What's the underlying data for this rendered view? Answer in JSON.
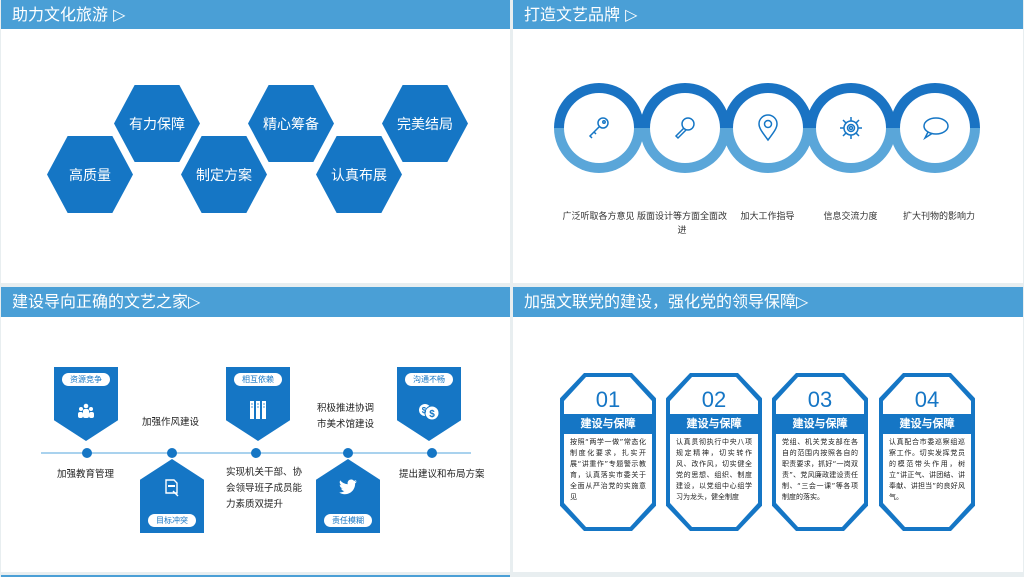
{
  "slides": {
    "s1": {
      "title": "助力文化旅游 ▷",
      "hexagons": [
        "高质量",
        "有力保障",
        "制定方案",
        "精心筹备",
        "认真布展",
        "完美结局"
      ]
    },
    "s2": {
      "title": "打造文艺品牌      ▷",
      "items": [
        {
          "icon": "key-icon",
          "label": "广泛听取各方意见"
        },
        {
          "icon": "magnifier-icon",
          "label": "版面设计等方面全面改进"
        },
        {
          "icon": "location-pin-icon",
          "label": "加大工作指导"
        },
        {
          "icon": "gear-icon",
          "label": "信息交流力度"
        },
        {
          "icon": "speech-bubble-icon",
          "label": "扩大刊物的影响力"
        }
      ]
    },
    "s3": {
      "title": "建设导向正确的文艺之家▷",
      "top_badges": [
        {
          "pill": "资源竞争",
          "icon": "people-icon"
        },
        {
          "pill": "相互依赖",
          "icon": "files-icon"
        },
        {
          "pill": "沟通不畅",
          "icon": "coins-icon"
        }
      ],
      "bottom_badges": [
        {
          "pill": "目标冲突",
          "icon": "document-icon"
        },
        {
          "pill": "责任模糊",
          "icon": "bird-icon"
        }
      ],
      "texts": {
        "t1": "加强教育管理",
        "t2": "加强作风建设",
        "t3": "实现机关干部、协会领导班子成员能力素质双提升",
        "t4": "积极推进协调市美术馆建设",
        "t5": "提出建议和布局方案"
      }
    },
    "s4": {
      "title": "加强文联党的建设，强化党的领导保障▷",
      "cards": [
        {
          "num": "01",
          "heading": "建设与保障",
          "body": "按照“两学一做”常态化制度化要求，扎实开展“讲重作”专题警示教育，认真落实市委关于全面从严治党的实施意见"
        },
        {
          "num": "02",
          "heading": "建设与保障",
          "body": "认真贯彻执行中央八项规定精神，切实转作风、改作风，切实健全党的思想、组织、制度建设，以党组中心组学习为龙头，健全制度"
        },
        {
          "num": "03",
          "heading": "建设与保障",
          "body": "党组、机关党支部在各自的范围内按照各自的职责要求，抓好“一岗双责”、党风廉政建设责任制、“三会一课”等各项制度的落实。"
        },
        {
          "num": "04",
          "heading": "建设与保障",
          "body": "认真配合市委巡察组巡察工作。切实发挥党员的模范带头作用，树立“讲正气、讲团结、讲奉献、讲担当”的良好风气。"
        }
      ]
    }
  },
  "colors": {
    "header": "#4a9fd6",
    "primary": "#1576c5",
    "light": "#5aa6d9"
  }
}
